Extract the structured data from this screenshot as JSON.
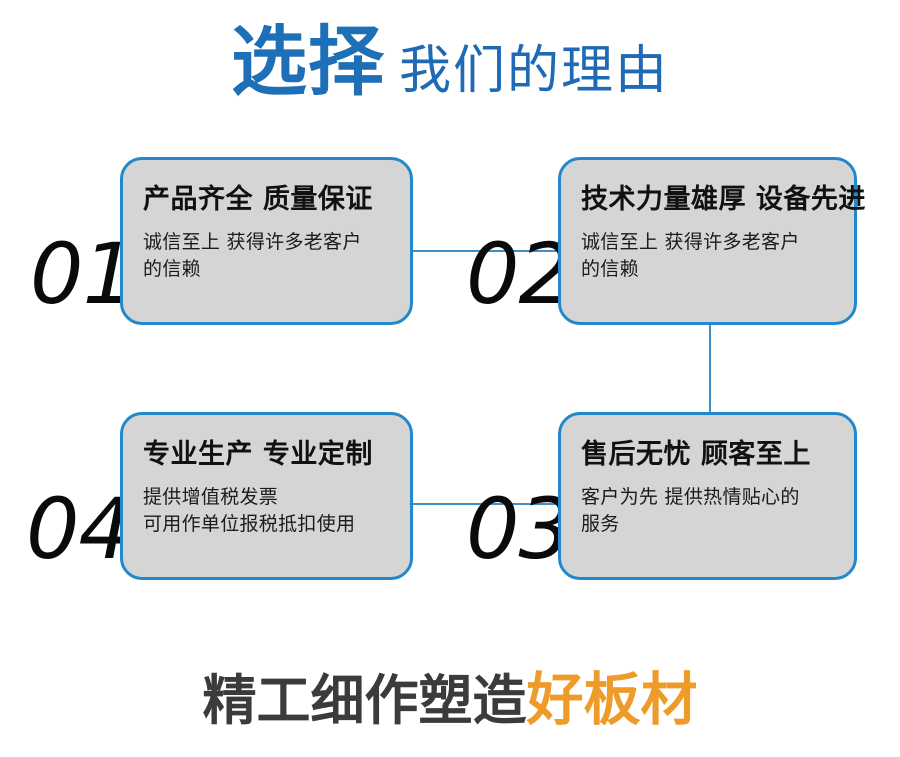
{
  "header": {
    "strong_text": "选择",
    "light_text": "我们的理由",
    "strong_color": "#1d6fb8",
    "light_color": "#1f6ab4"
  },
  "theme": {
    "border_color": "#2288cc",
    "connector_color": "#3f8fc8",
    "card_fill": "#d5d5d5",
    "accent_orange": "#ee9b2a",
    "footer_dark": "#3b3b3b"
  },
  "cards": [
    {
      "number": "01",
      "title": "产品齐全 质量保证",
      "body_lines": [
        "诚信至上 获得许多老客户",
        "的信赖"
      ]
    },
    {
      "number": "02",
      "title": "技术力量雄厚 设备先进",
      "body_lines": [
        "诚信至上 获得许多老客户",
        "的信赖"
      ]
    },
    {
      "number": "03",
      "title": "售后无忧 顾客至上",
      "body_lines": [
        "客户为先 提供热情贴心的",
        "服务"
      ]
    },
    {
      "number": "04",
      "title": "专业生产 专业定制",
      "body_lines": [
        "提供增值税发票",
        "可用作单位报税抵扣使用"
      ]
    }
  ],
  "footer": {
    "dark_text": "精工细作塑造",
    "accent_text": "好板材"
  }
}
